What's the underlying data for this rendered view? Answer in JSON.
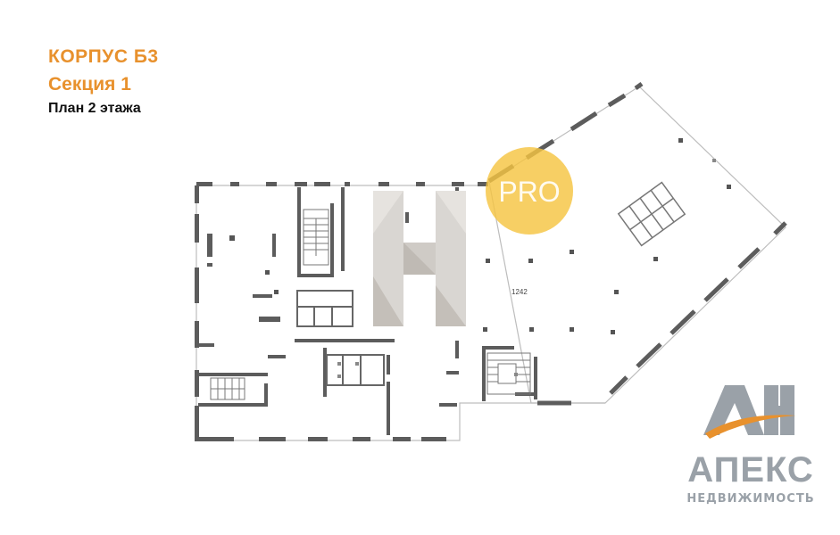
{
  "header": {
    "building": "КОРПУС Б3",
    "section": "Секция 1",
    "floor_plan": "План 2 этажа"
  },
  "plan": {
    "room_number": "1242",
    "badge": "PRO"
  },
  "logo": {
    "mark": "АН",
    "name": "АПЕКС",
    "tagline": "НЕДВИЖИМОСТЬ"
  },
  "colors": {
    "accent": "#e8912d",
    "badge": "#f5c542",
    "wall": "#555555",
    "logo": "#9aa1a8"
  }
}
